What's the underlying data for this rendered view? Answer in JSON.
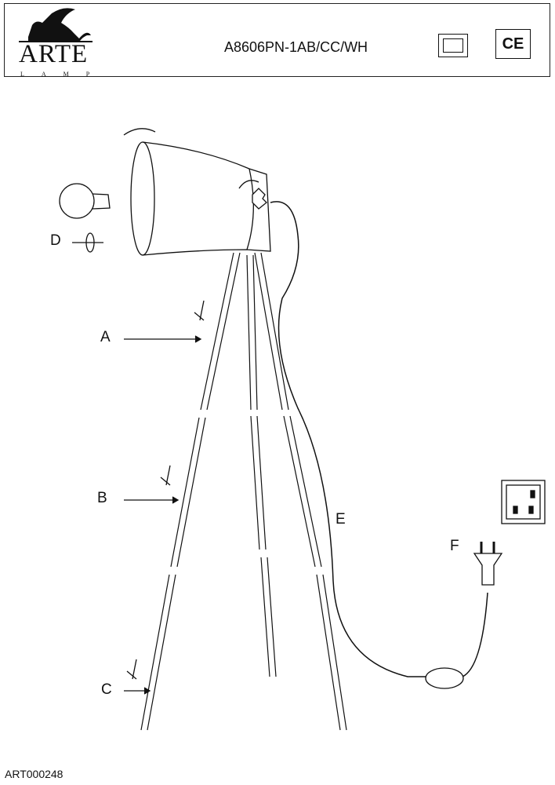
{
  "header": {
    "brand": "ARTE",
    "brand_sub": "LAMP",
    "model": "A8606PN-1AB/CC/WH",
    "marks": [
      "class-ii-icon",
      "ce-mark-icon"
    ],
    "ce_text": "CE"
  },
  "labels": {
    "a": "A",
    "b": "B",
    "c": "C",
    "d": "D",
    "e": "E",
    "f": "F"
  },
  "footer": {
    "doc_id": "ART000248"
  }
}
